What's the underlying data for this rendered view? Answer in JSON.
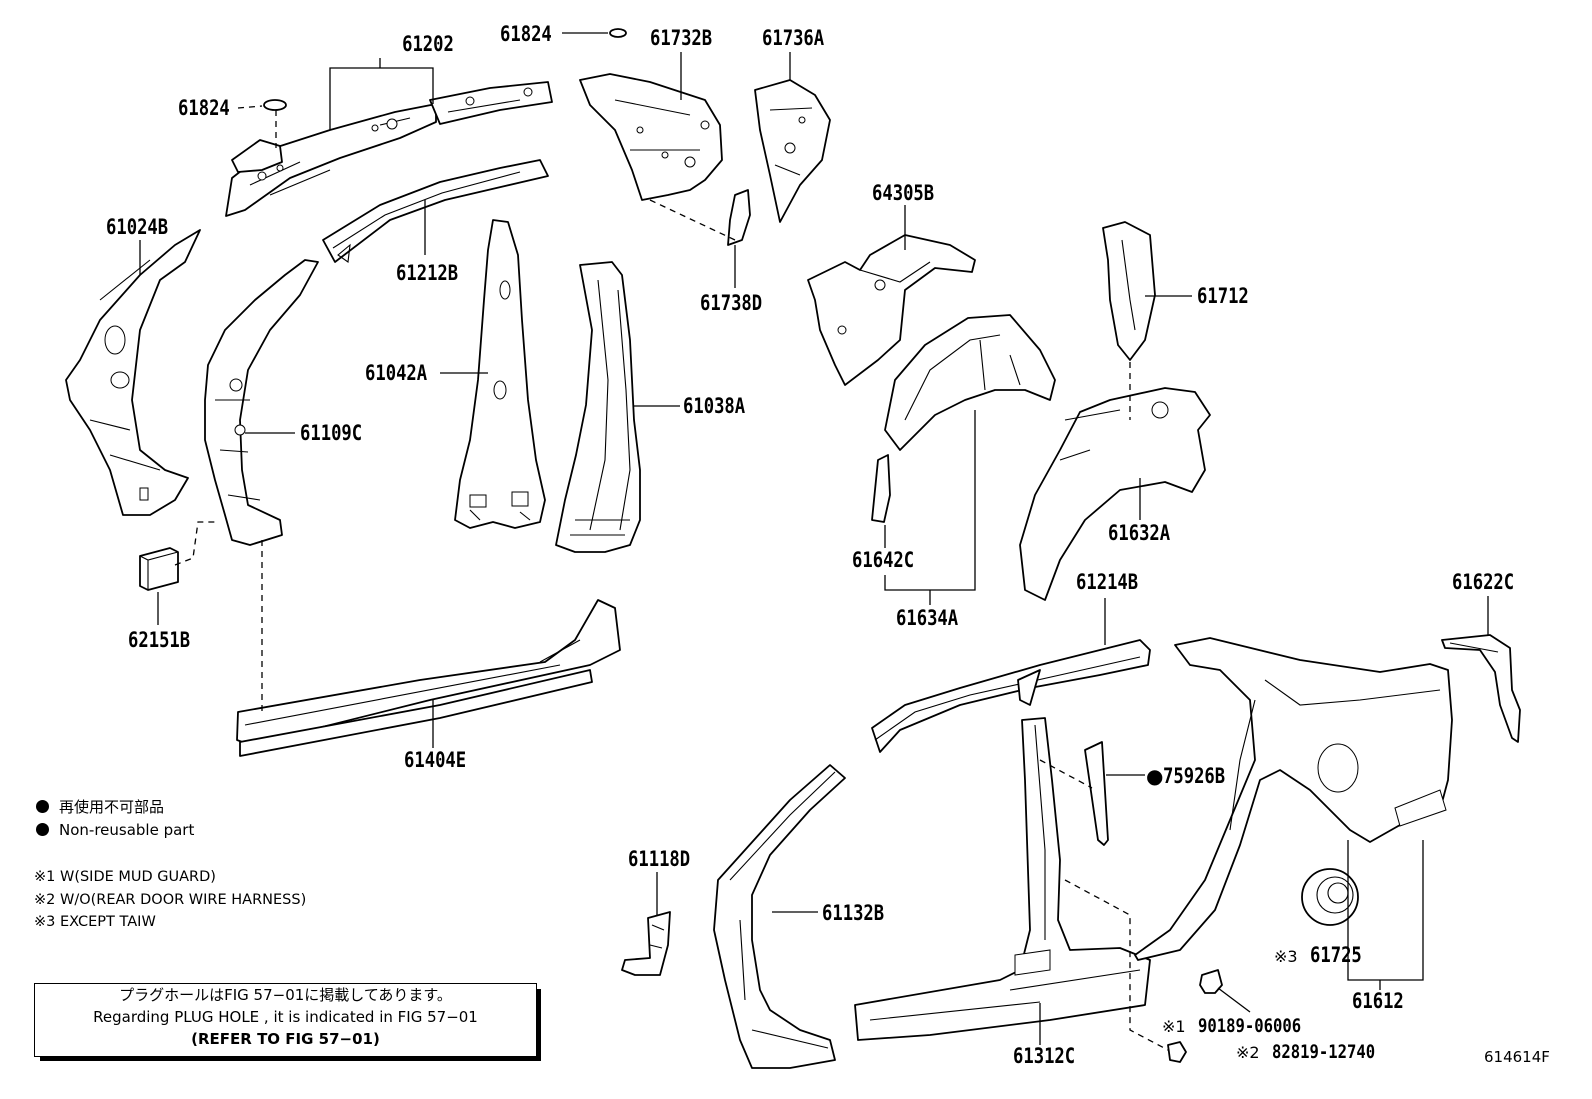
{
  "parts": {
    "p61202": "61202",
    "p61824_top": "61824",
    "p61824_left": "61824",
    "p61732B": "61732B",
    "p61736A": "61736A",
    "p61024B": "61024B",
    "p61212B": "61212B",
    "p61738D": "61738D",
    "p64305B": "64305B",
    "p61712": "61712",
    "p61042A": "61042A",
    "p61038A": "61038A",
    "p61109C": "61109C",
    "p61632A": "61632A",
    "p61642C": "61642C",
    "p61634A": "61634A",
    "p62151B": "62151B",
    "p61214B": "61214B",
    "p61622C": "61622C",
    "p61404E": "61404E",
    "p75926B": "75926B",
    "p61118D": "61118D",
    "p61132B": "61132B",
    "p61725": "61725",
    "p61725_note": "※3",
    "p61612": "61612",
    "p90189": "90189-06006",
    "p90189_note": "※1",
    "p82819": "82819-12740",
    "p82819_note": "※2",
    "p61312C": "61312C"
  },
  "legend": {
    "jp": "再使用不可部品",
    "en": "Non-reusable part"
  },
  "notes": {
    "n1": "※1 W(SIDE MUD GUARD)",
    "n2": "※2 W/O(REAR DOOR WIRE HARNESS)",
    "n3": "※3 EXCEPT TAIW"
  },
  "plug_hole": {
    "jp": "プラグホールはFIG 57−01に掲載してあります。",
    "en": "Regarding  PLUG HOLE , it is indicated in FIG 57−01",
    "ref": "(REFER TO FIG 57−01)"
  },
  "figure_id": "614614F"
}
